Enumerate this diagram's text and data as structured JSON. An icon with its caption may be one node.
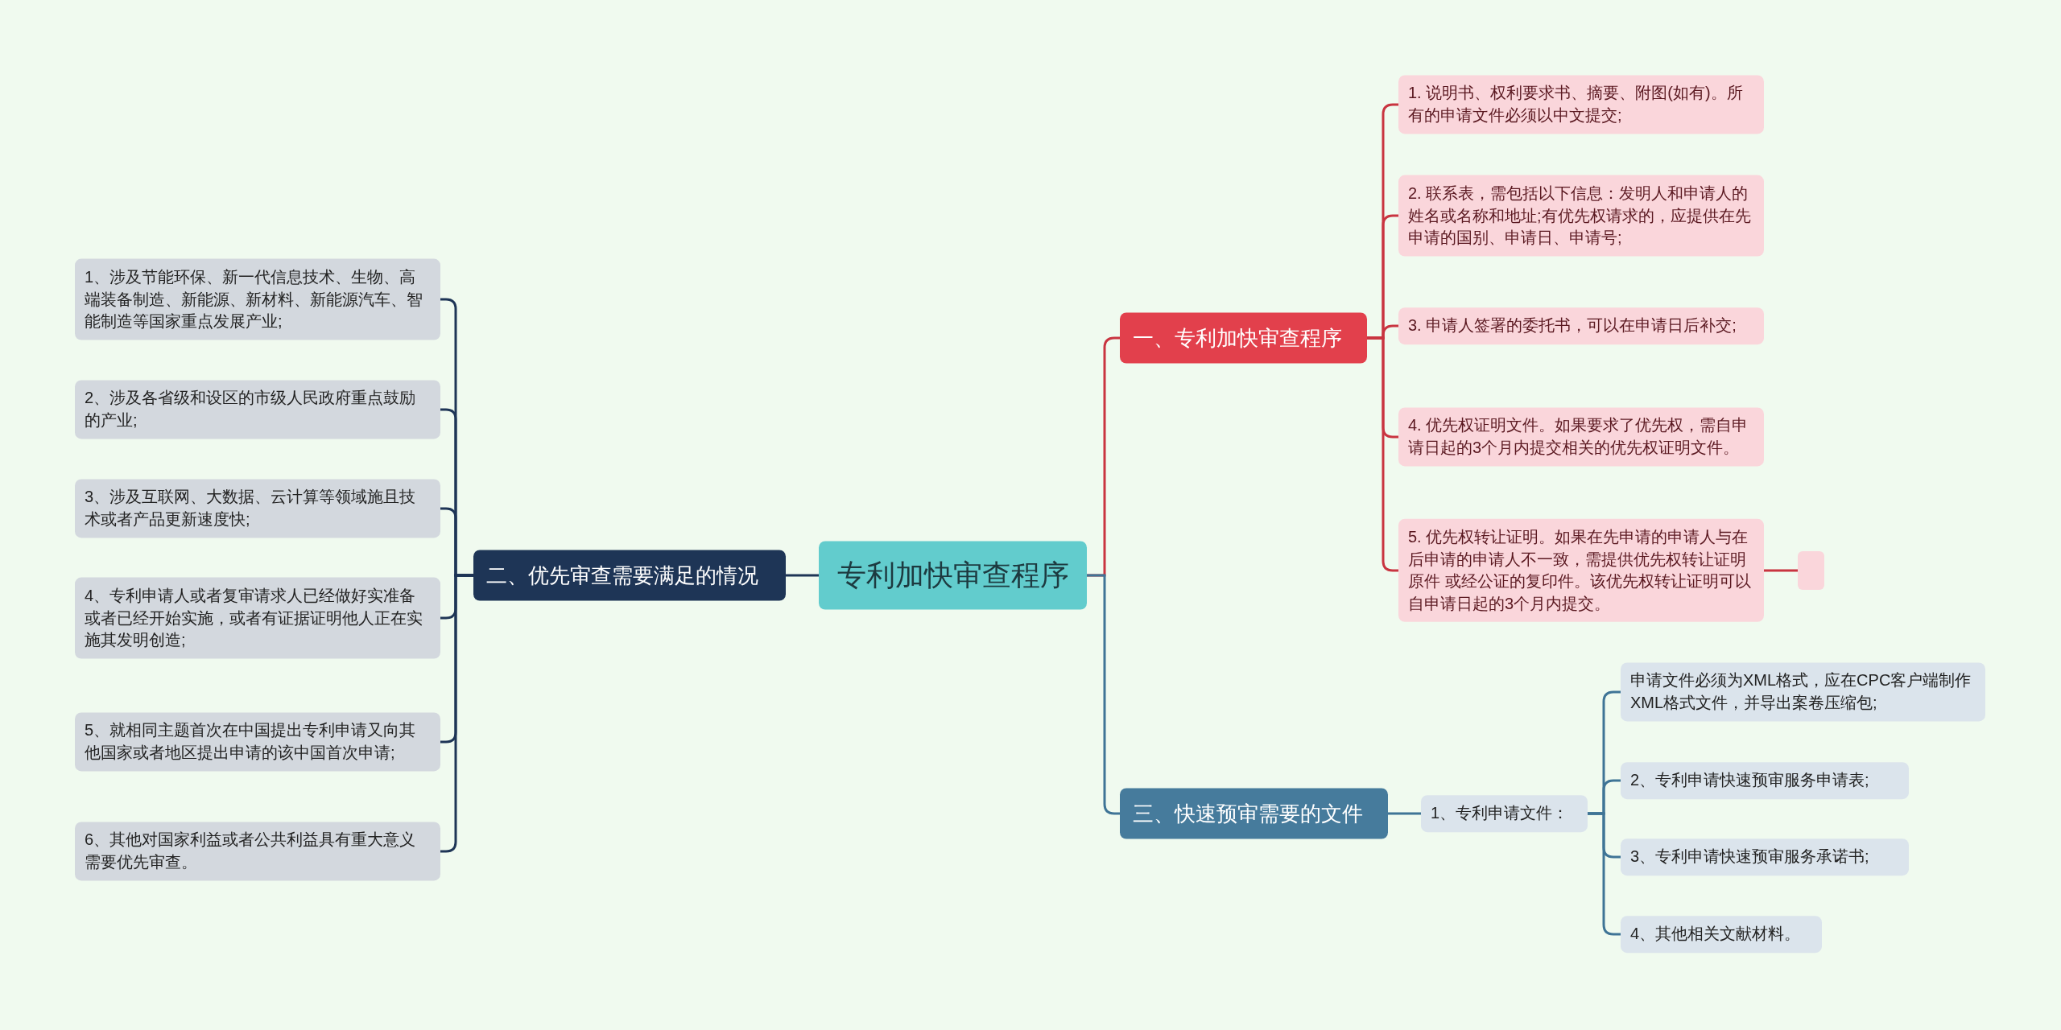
{
  "diagram": {
    "nodes": [
      {
        "text": [
          "专利加快审查程序"
        ]
      },
      {
        "text": [
          "一、专利加快审查程序"
        ]
      },
      {
        "text": [
          "1. 说明书、权利要求书、摘要、附图(如有)。所有的申请文件必须以中文提交;"
        ]
      },
      {
        "text": [
          "2. 联系表，需包括以下信息：发明人和申请人的姓名或名称和地址;有优先权请求的，应提供在先申请的国别、申请日、申请号;"
        ]
      },
      {
        "text": [
          "3. 申请人签署的委托书，可以在申请日后补交;"
        ]
      },
      {
        "text": [
          "4. 优先权证明文件。如果要求了优先权，需自申请日起的3个月内提交相关的优先权证明文件。"
        ]
      },
      {
        "text": [
          "5. 优先权转让证明。如果在先申请的申请人与在后申请的申请人不一致，需提供优先权转让证明原件 或经公证的复印件。该优先权转让证明可以自申请日起的3个月内提交。"
        ]
      },
      {
        "text": [],
        "shape": "box"
      },
      {
        "text": [
          "二、优先审查需要满足的情况"
        ]
      },
      {
        "text": [
          "1、涉及节能环保、新一代信息技术、生物、高端装备制造、新能源、新材料、新能源汽车、智能制造等国家重点发展产业;"
        ]
      },
      {
        "text": [
          "2、涉及各省级和设区的市级人民政府重点鼓励的产业;"
        ]
      },
      {
        "text": [
          "3、涉及互联网、大数据、云计算等领域施且技术或者产品更新速度快;"
        ]
      },
      {
        "text": [
          "4、专利申请人或者复审请求人已经做好实准备或者已经开始实施，或者有证据证明他人正在实施其发明创造;"
        ]
      },
      {
        "text": [
          "5、就相同主题首次在中国提出专利申请又向其他国家或者地区提出申请的该中国首次申请;"
        ]
      },
      {
        "text": [
          "6、其他对国家利益或者公共利益具有重大意义需要优先审查。"
        ]
      },
      {
        "text": [
          "三、快速预审需要的文件"
        ]
      },
      {
        "text": [
          "1、专利申请文件："
        ]
      },
      {
        "text": [
          "申请文件必须为XML格式，应在CPC客户端制作XML格式文件，并导出案卷压缩包;"
        ]
      },
      {
        "text": [
          "2、专利申请快速预审服务申请表;"
        ]
      },
      {
        "text": [
          "3、专利申请快速预审服务承诺书;"
        ]
      },
      {
        "text": [
          "4、其他相关文献材料。"
        ]
      }
    ],
    "edges": [
      {
        "from": 0,
        "to": 1,
        "arrow": "none",
        "color": "#c93440"
      },
      {
        "from": 1,
        "to": 2,
        "arrow": "none",
        "color": "#c93440"
      },
      {
        "from": 1,
        "to": 3,
        "arrow": "none",
        "color": "#c93440"
      },
      {
        "from": 1,
        "to": 4,
        "arrow": "none",
        "color": "#c93440"
      },
      {
        "from": 1,
        "to": 5,
        "arrow": "none",
        "color": "#c93440"
      },
      {
        "from": 1,
        "to": 6,
        "arrow": "none",
        "color": "#c93440"
      },
      {
        "from": 6,
        "to": 7,
        "arrow": "none",
        "color": "#c93440"
      },
      {
        "from": 0,
        "to": 8,
        "arrow": "none",
        "color": "#1e3556"
      },
      {
        "from": 8,
        "to": 9,
        "arrow": "none",
        "color": "#1e3556"
      },
      {
        "from": 8,
        "to": 10,
        "arrow": "none",
        "color": "#1e3556"
      },
      {
        "from": 8,
        "to": 11,
        "arrow": "none",
        "color": "#1e3556"
      },
      {
        "from": 8,
        "to": 12,
        "arrow": "none",
        "color": "#1e3556"
      },
      {
        "from": 8,
        "to": 13,
        "arrow": "none",
        "color": "#1e3556"
      },
      {
        "from": 8,
        "to": 14,
        "arrow": "none",
        "color": "#1e3556"
      },
      {
        "from": 0,
        "to": 15,
        "arrow": "none",
        "color": "#3f7496"
      },
      {
        "from": 15,
        "to": 16,
        "arrow": "none",
        "color": "#3f7496"
      },
      {
        "from": 16,
        "to": 17,
        "arrow": "none",
        "color": "#3f7496"
      },
      {
        "from": 16,
        "to": 18,
        "arrow": "none",
        "color": "#3f7496"
      },
      {
        "from": 16,
        "to": 19,
        "arrow": "none",
        "color": "#3f7496"
      },
      {
        "from": 16,
        "to": 20,
        "arrow": "none",
        "color": "#3f7496"
      }
    ]
  }
}
